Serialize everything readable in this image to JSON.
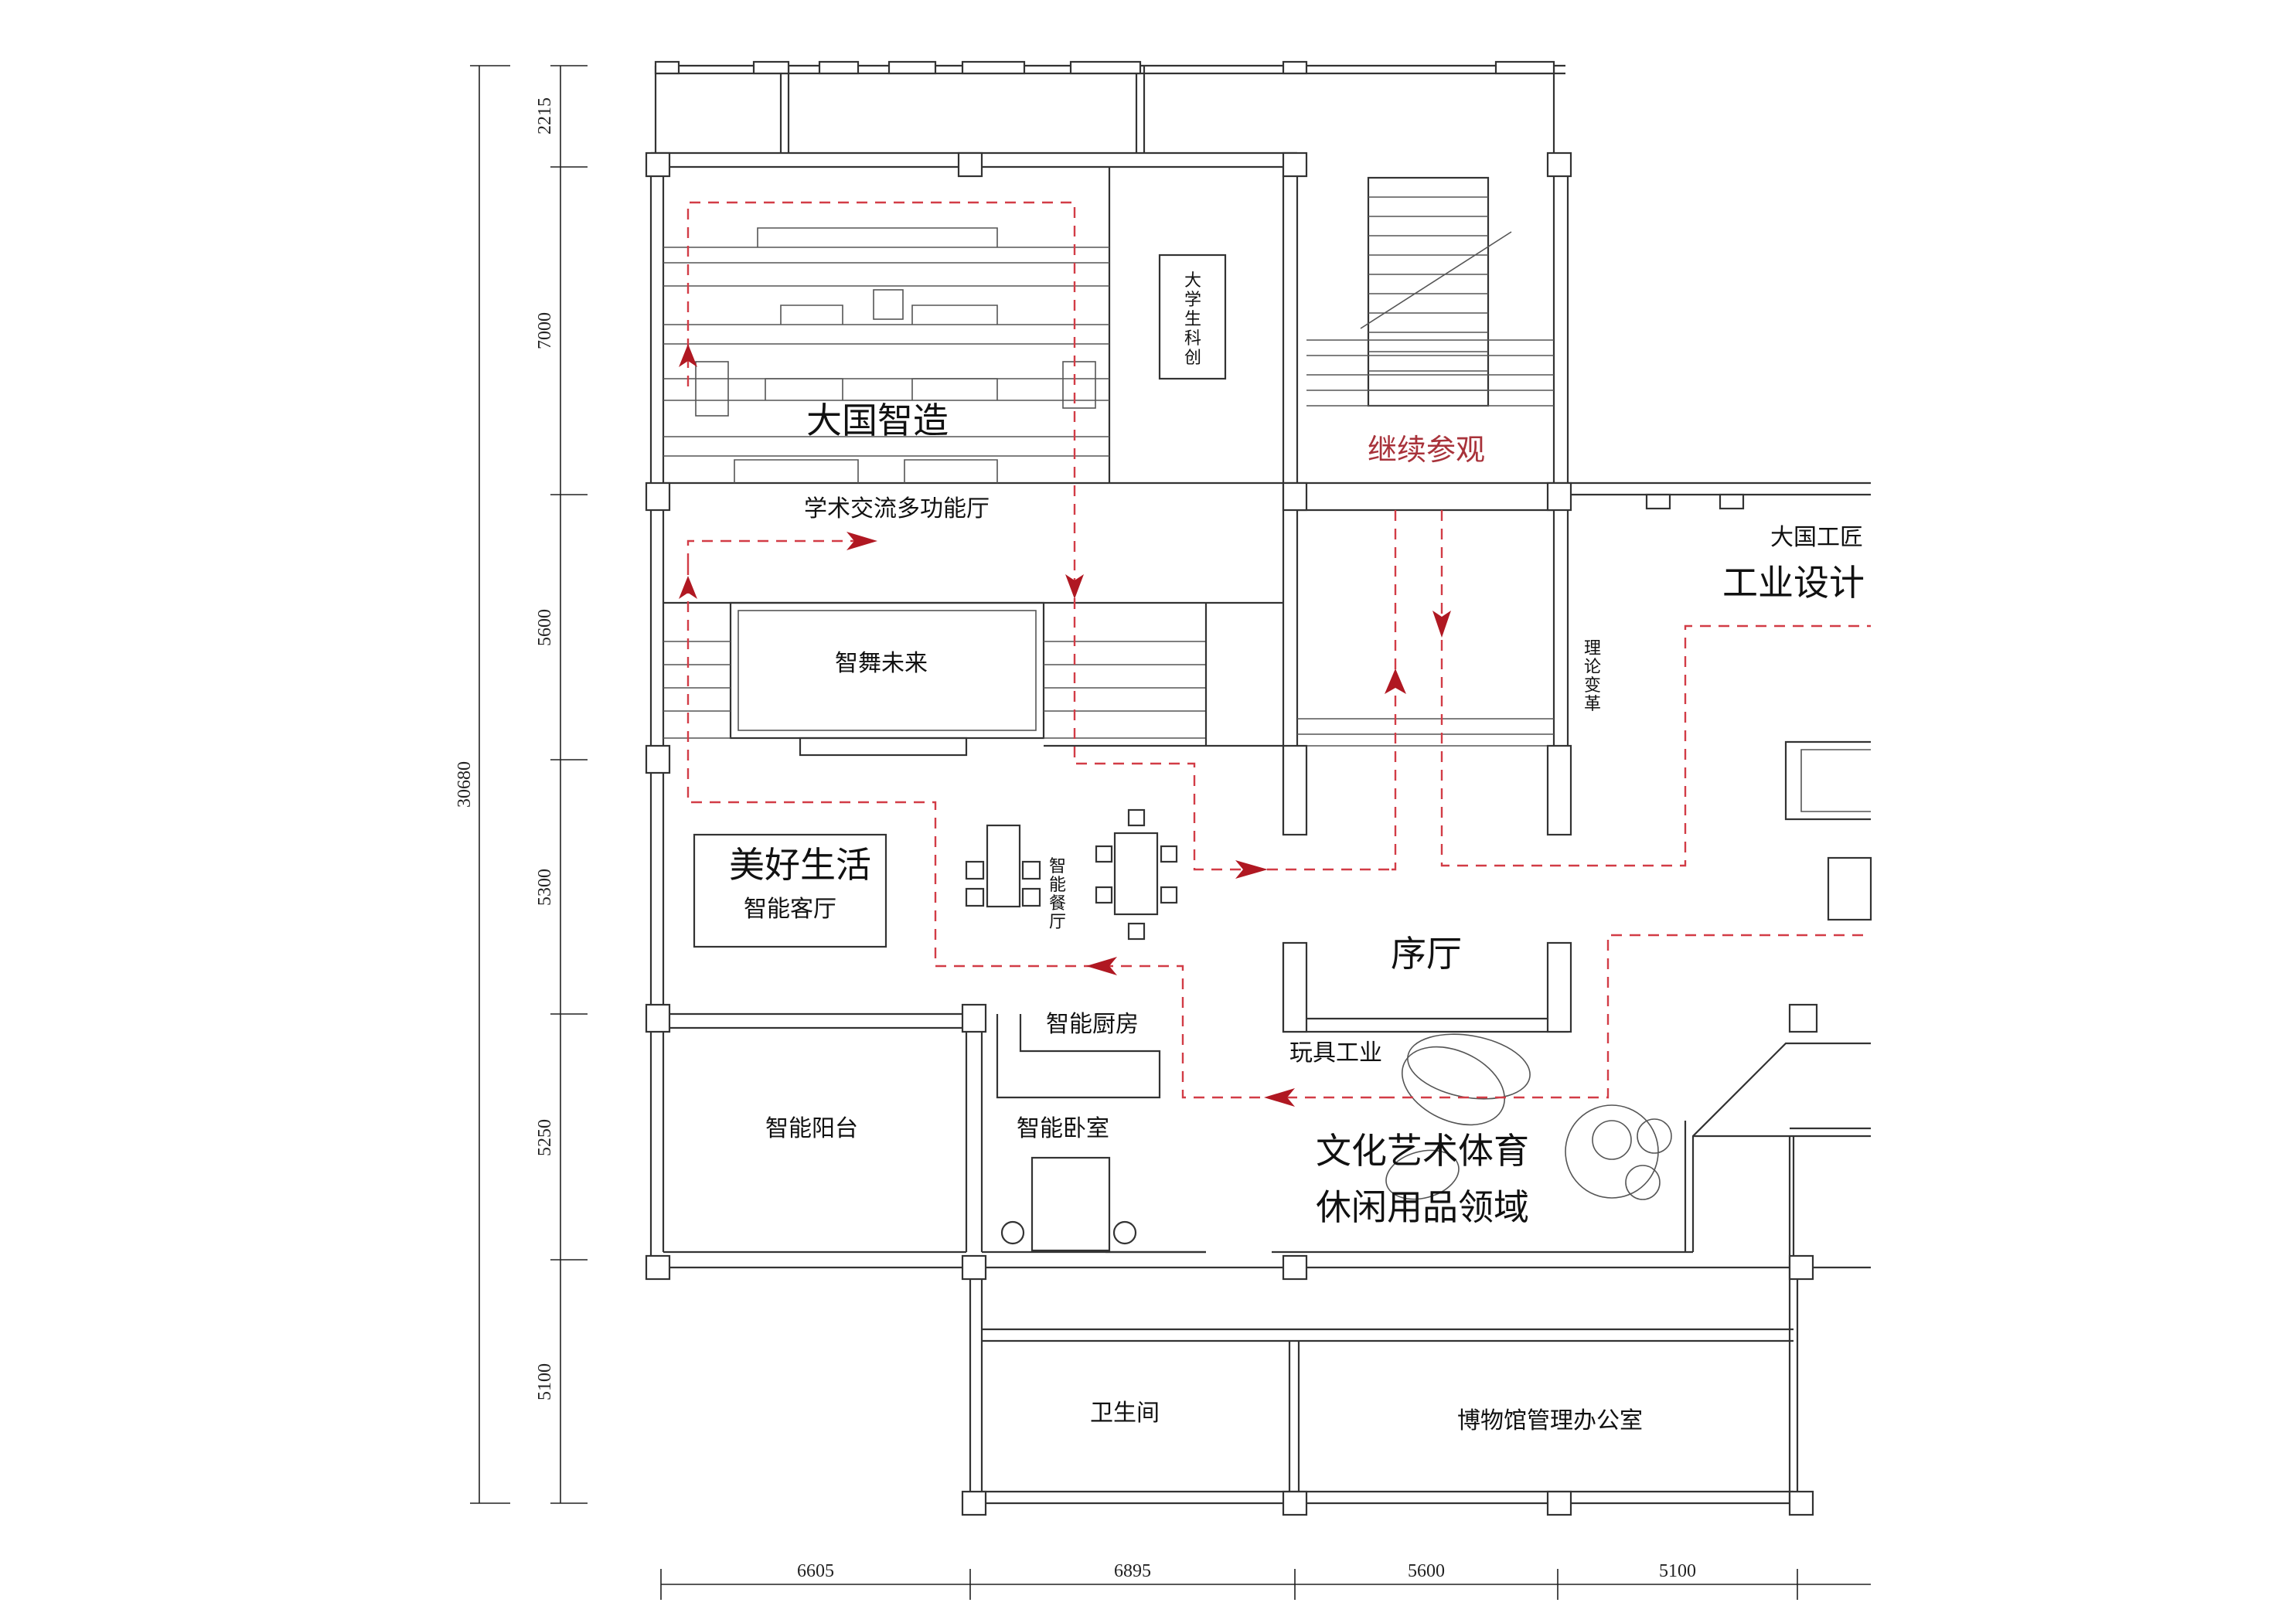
{
  "colors": {
    "route": "#d23c46",
    "arrow": "#b01822",
    "highlight_text": "#a8323a",
    "line": "#333333"
  },
  "dimensions": {
    "total_vertical": "30680",
    "vertical_segments": [
      "2215",
      "7000",
      "5600",
      "5300",
      "5250",
      "5100"
    ],
    "horizontal_segments": [
      "6605",
      "6895",
      "5600",
      "5100"
    ]
  },
  "rooms": {
    "da_guo_zhi_zao": "大国智造",
    "xue_shu": "学术交流多功能厅",
    "da_xue_sheng": [
      "大",
      "学",
      "生",
      "科",
      "创"
    ],
    "ji_xu": "继续参观",
    "zhi_wu": "智舞未来",
    "da_guo_gong_jiang": "大国工匠",
    "gong_ye_she_ji": "工业设计",
    "li_lun": [
      "理",
      "论",
      "变",
      "革"
    ],
    "mei_hao": "美好生活",
    "ke_ting": "智能客厅",
    "can_ting": [
      "智",
      "能",
      "餐",
      "厅"
    ],
    "xu_ting": "序厅",
    "chu_fang": "智能厨房",
    "wan_ju": "玩具工业",
    "yang_tai": "智能阳台",
    "wo_shi": "智能卧室",
    "wen_hua": "文化艺术体育",
    "xiu_xian": "休闲用品领域",
    "wei_sheng": "卫生间",
    "ban_gong": "博物馆管理办公室"
  }
}
